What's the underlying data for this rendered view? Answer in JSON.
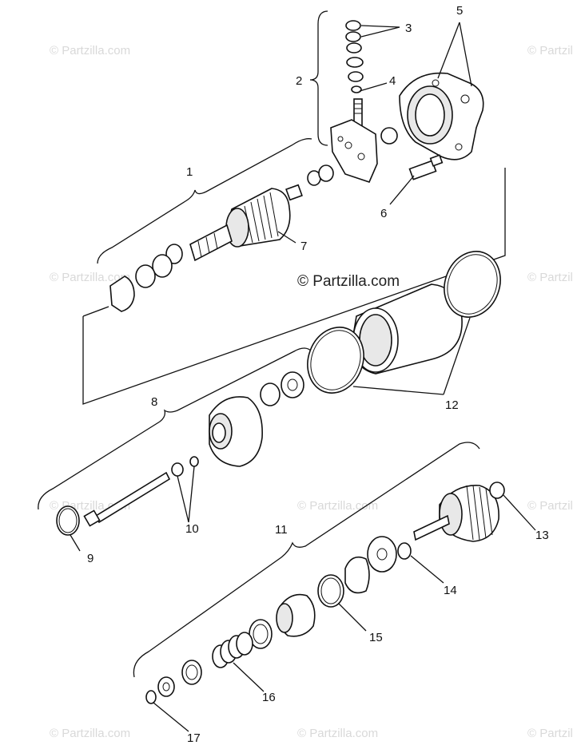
{
  "watermark": {
    "small": "© Partzilla.com",
    "center": "© Partzilla.com"
  },
  "callouts": [
    "1",
    "2",
    "3",
    "4",
    "5",
    "6",
    "7",
    "8",
    "9",
    "10",
    "11",
    "12",
    "13",
    "14",
    "15",
    "16",
    "17"
  ],
  "colors": {
    "line": "#111111",
    "watermark": "#d9d9d9",
    "background": "#ffffff"
  }
}
